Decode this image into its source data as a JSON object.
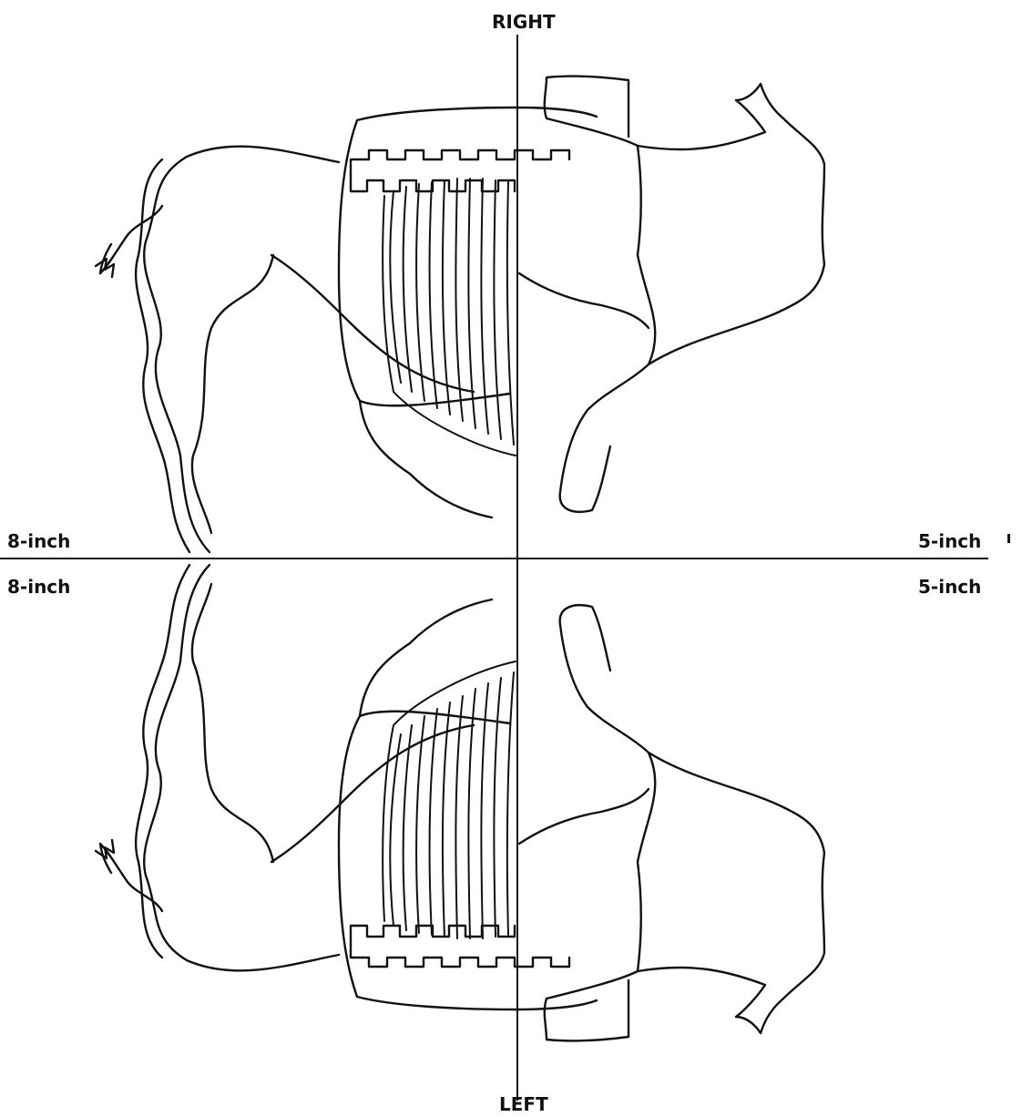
{
  "diagram": {
    "labels": {
      "top": "RIGHT",
      "bottom": "LEFT",
      "upper_left": "8-inch",
      "lower_left": "8-inch",
      "upper_right": "5-inch",
      "lower_right": "5-inch"
    },
    "colors": {
      "ink": "#111111",
      "background": "#ffffff",
      "bleed_through_text": "#ececec"
    },
    "figures": [
      "upper-carcass-drawing",
      "lower-carcass-drawing"
    ]
  }
}
